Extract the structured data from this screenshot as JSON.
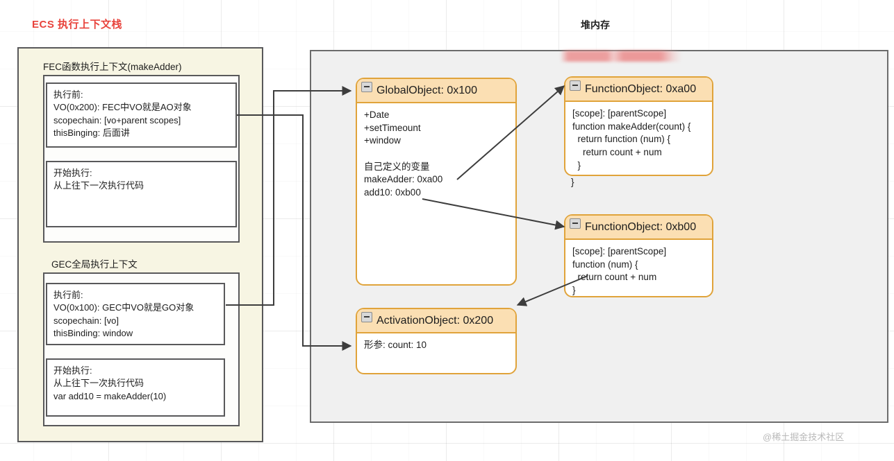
{
  "titles": {
    "ecs_stack": "ECS 执行上下文栈",
    "heap": "堆内存"
  },
  "ecs_stack": {
    "contexts": [
      {
        "label": "FEC函数执行上下文(makeAdder)",
        "cards": [
          "执行前:\nVO(0x200): FEC中VO就是AO对象\nscopechain: [vo+parent scopes]\nthisBinging: 后面讲",
          "开始执行:\n从上往下一次执行代码"
        ]
      },
      {
        "label": "GEC全局执行上下文",
        "cards": [
          "执行前:\nVO(0x100): GEC中VO就是GO对象\nscopechain: [vo]\nthisBinding: window",
          "开始执行:\n从上往下一次执行代码\nvar add10 = makeAdder(10)"
        ]
      }
    ]
  },
  "heap": {
    "objects": [
      {
        "name": "global-object",
        "title": "GlobalObject: 0x100",
        "body": "+Date\n+setTimeount\n+window\n\n自己定义的变量\nmakeAdder: 0xa00\nadd10: 0xb00"
      },
      {
        "name": "function-object-a00",
        "title": "FunctionObject: 0xa00",
        "body": "[scope]: [parentScope]\nfunction makeAdder(count) {\n  return function (num) {\n    return count + num\n  }",
        "tail": "}"
      },
      {
        "name": "function-object-b00",
        "title": "FunctionObject: 0xb00",
        "body": "[scope]: [parentScope]\nfunction (num) {\n  return count + num\n}"
      },
      {
        "name": "activation-object",
        "title": "ActivationObject: 0x200",
        "body": "形参: count: 10"
      }
    ]
  },
  "colors": {
    "title_red": "#e8433c",
    "uml_border": "#e0a33a",
    "uml_header": "#fbdfb3",
    "ecs_fill": "#f7f5e3",
    "heap_fill": "#f0f0f0",
    "connector": "#3d3d3d"
  },
  "watermark": "@稀土掘金技术社区"
}
